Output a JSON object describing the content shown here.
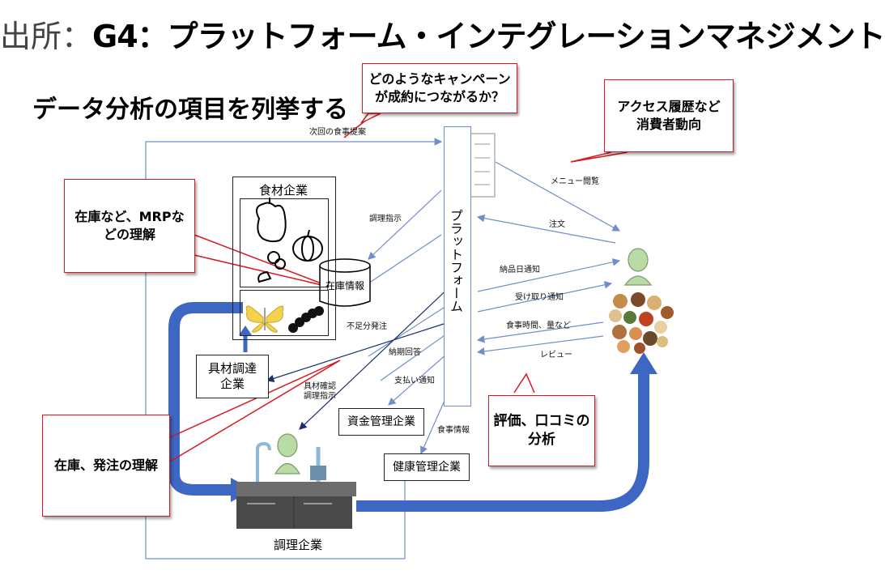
{
  "title": {
    "prefix": "出所：",
    "main": "G4：プラットフォーム・インテグレーションマネジメント"
  },
  "subtitle": "データ分析の項目を列挙する",
  "callouts": {
    "campaign": "どのようなキャンペーン\nが成約につながるか？",
    "access": "アクセス履歴など\n消費者動向",
    "inventory_mrp": "在庫など、MRPな\nどの理解",
    "inventory_order": "在庫、発注の理解",
    "review": "評価、口コミの\n分析"
  },
  "nodes": {
    "ingredients": "食材企業",
    "inventory_db": "在庫情報",
    "utensil": "具材調達\n企業",
    "platform": "プラットフォーム",
    "fund": "資金管理企業",
    "health": "健康管理企業",
    "cooking": "調理企業"
  },
  "flows": {
    "next_meal": "次回の食事提案",
    "cook_instr": "調理指示",
    "shortage_order": "不足分発注",
    "delivery_reply": "納期回答",
    "confirm": "具材確認\n調理指示",
    "payment": "支払い通知",
    "meal_info": "食事情報",
    "menu_view": "メニュー閲覧",
    "order": "注文",
    "delivery_date": "納品日通知",
    "pickup": "受け取り通知",
    "meal_time": "食事時間、量など",
    "review": "レビュー"
  },
  "icons": [
    "pepper-icon",
    "pumpkin-icon",
    "mushroom-icon",
    "butterfly-icon",
    "caterpillar-icon",
    "database-icon",
    "person-icon",
    "sink-icon",
    "food-collage-icon",
    "phone-menu-icon"
  ],
  "colors": {
    "red": "#d9181f",
    "flow_blue": "#6f8fc8",
    "thick_blue": "#3d67c2",
    "person_green": "#b9dca6"
  }
}
